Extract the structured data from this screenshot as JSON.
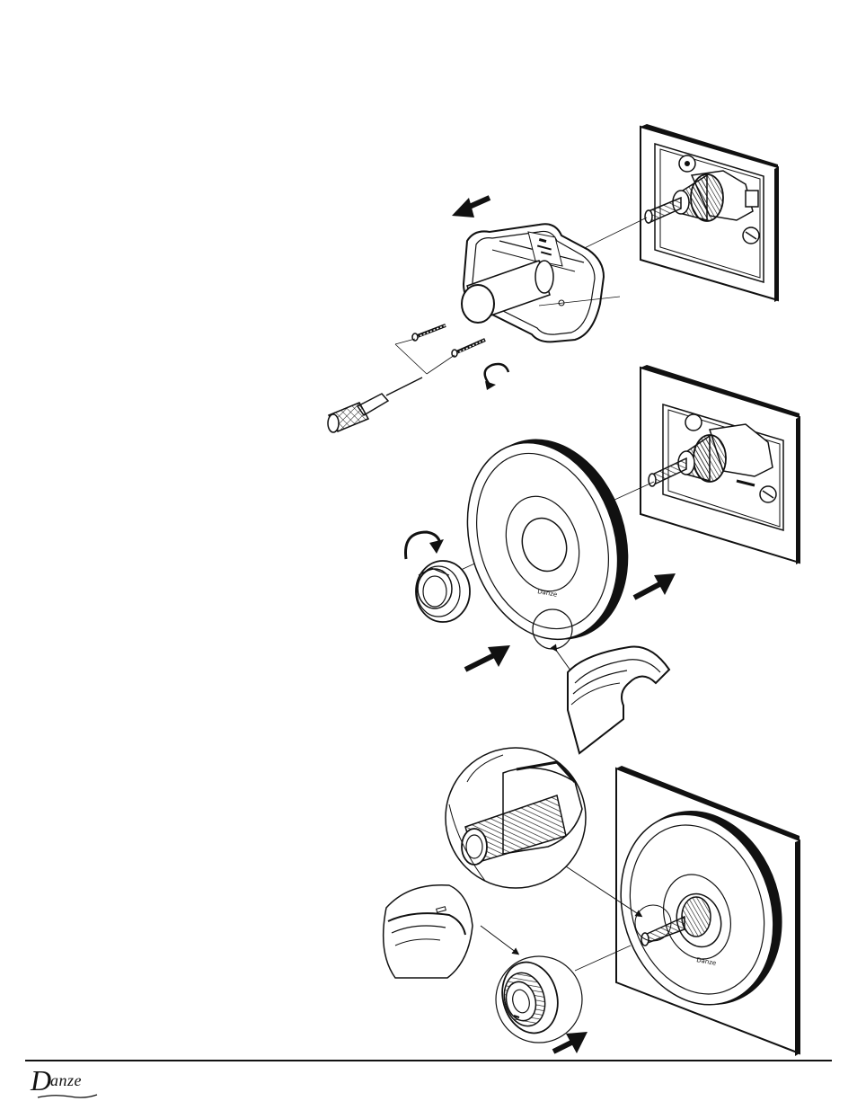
{
  "brand": {
    "logo_initial": "D",
    "logo_rest": "anze",
    "logo_text": "Danze"
  },
  "illustration": {
    "steps": [
      {
        "name": "remove-plaster-guard",
        "arrow_direction": "up-left"
      },
      {
        "name": "install-escutcheon",
        "arrow_direction": "up-right"
      },
      {
        "name": "install-handle",
        "arrow_direction": "up-right"
      }
    ],
    "escutcheon_mark": "Danze",
    "handle_mark": "Danze"
  },
  "colors": {
    "line": "#111111",
    "wall": "#ffffff",
    "shade": "#bdbdbd",
    "background": "#ffffff"
  }
}
